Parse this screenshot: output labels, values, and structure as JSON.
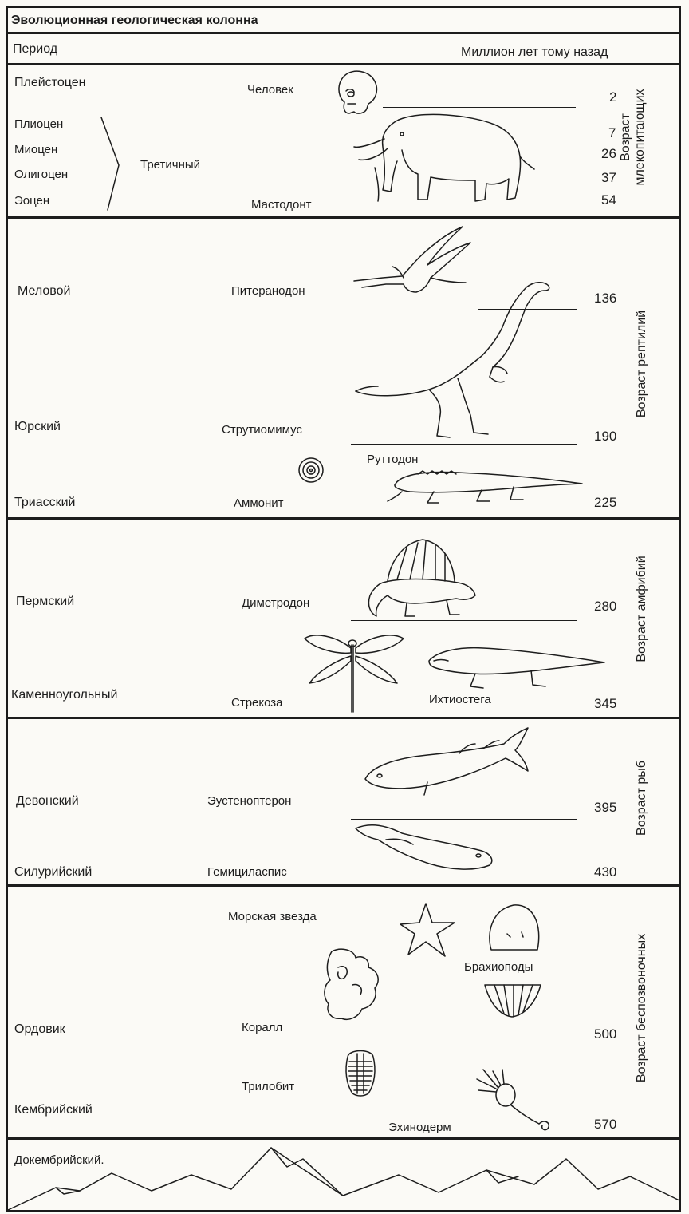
{
  "title": "Эволюционная геологическая колонна",
  "header": {
    "period": "Период",
    "mya": "Миллион лет тому назад"
  },
  "tertiary_label": "Третичный",
  "periods": [
    "Плейстоцен",
    "Плиоцен",
    "Миоцен",
    "Олигоцен",
    "Эоцен",
    "Меловой",
    "Юрский",
    "Триасский",
    "Пермский",
    "Каменноугольный",
    "Девонский",
    "Силурийский",
    "Ордовик",
    "Кембрийский",
    "Докембрийский."
  ],
  "ages_mya": [
    "2",
    "7",
    "26",
    "37",
    "54",
    "136",
    "190",
    "225",
    "280",
    "345",
    "395",
    "430",
    "500",
    "570"
  ],
  "organisms": [
    "Человек",
    "Мастодонт",
    "Питеранодон",
    "Струтиомимус",
    "Руттодон",
    "Аммонит",
    "Диметродон",
    "Стрекоза",
    "Ихтиостега",
    "Эустеноптерон",
    "Гемициласпис",
    "Морская звезда",
    "Брахиоподы",
    "Коралл",
    "Трилобит",
    "Эхинодерм"
  ],
  "eras": {
    "mammals": [
      "Возраст",
      "млекопитающих"
    ],
    "reptiles": "Возраст рептилий",
    "amphibians": "Возраст амфибий",
    "fishes": "Возраст рыб",
    "invertebrates": "Возраст беспозвоночных"
  },
  "colors": {
    "ink": "#1d1d1d",
    "paper": "#fbfaf6"
  },
  "icons": [
    "human-skull-icon",
    "mastodon-icon",
    "pteranodon-icon",
    "struthiomimus-icon",
    "rutiodon-icon",
    "ammonite-icon",
    "dimetrodon-icon",
    "dragonfly-icon",
    "ichthyostega-icon",
    "eusthenopteron-icon",
    "hemicyclaspis-icon",
    "starfish-icon",
    "brachiopod-shell-icon",
    "brachiopod-icon",
    "coral-icon",
    "trilobite-icon",
    "echinoderm-icon",
    "mountains-icon"
  ]
}
